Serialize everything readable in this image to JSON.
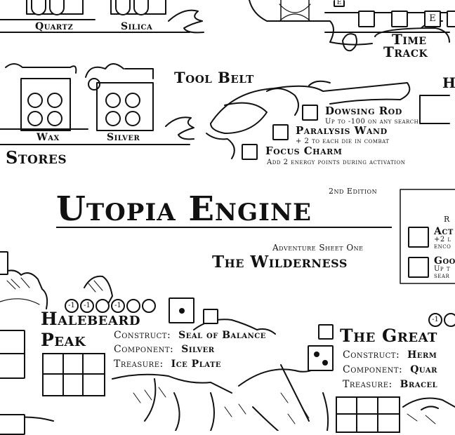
{
  "stores": {
    "title": "Stores",
    "bins": [
      {
        "name": "Quartz"
      },
      {
        "name": "Silica"
      },
      {
        "name": "Wax"
      },
      {
        "name": "Silver"
      }
    ]
  },
  "time_track": {
    "title_line1": "Time",
    "title_line2": "Track",
    "box_letter": "E"
  },
  "tool_belt": {
    "title": "Tool Belt",
    "tools": [
      {
        "name": "Dowsing Rod",
        "desc": "Up to -100 on any search"
      },
      {
        "name": "Paralysis Wand",
        "desc": "+ 2 to each die in combat"
      },
      {
        "name": "Focus Charm",
        "desc": "Add 2 energy points during activation"
      }
    ]
  },
  "header": {
    "edition": "2nd Edition",
    "title": "Utopia Engine",
    "sheet_label": "Adventure Sheet One",
    "sheet_title": "The Wilderness"
  },
  "right_panel": {
    "items": [
      {
        "label": "Act",
        "sub1": "+2 l",
        "sub2": "enco"
      },
      {
        "label": "Goo",
        "sub1": "Up t",
        "sub2": "sear"
      }
    ],
    "letter": "R"
  },
  "halebeard": {
    "name_line1": "Halebeard",
    "name_line2": "Peak",
    "track_marks": [
      "-1",
      "-1",
      "-1",
      "",
      "",
      ""
    ],
    "construct_label": "Construct:",
    "construct": "Seal of Balance",
    "component_label": "Component:",
    "component": "Silver",
    "treasure_label": "Treasure:",
    "treasure": "Ice Plate"
  },
  "great": {
    "name": "The Great",
    "track_marks": [
      "-1"
    ],
    "construct_label": "Construct:",
    "construct": "Herm",
    "component_label": "Component:",
    "component": "Quar",
    "treasure_label": "Treasure:",
    "treasure": "Bracel"
  },
  "edge_letter": "H"
}
